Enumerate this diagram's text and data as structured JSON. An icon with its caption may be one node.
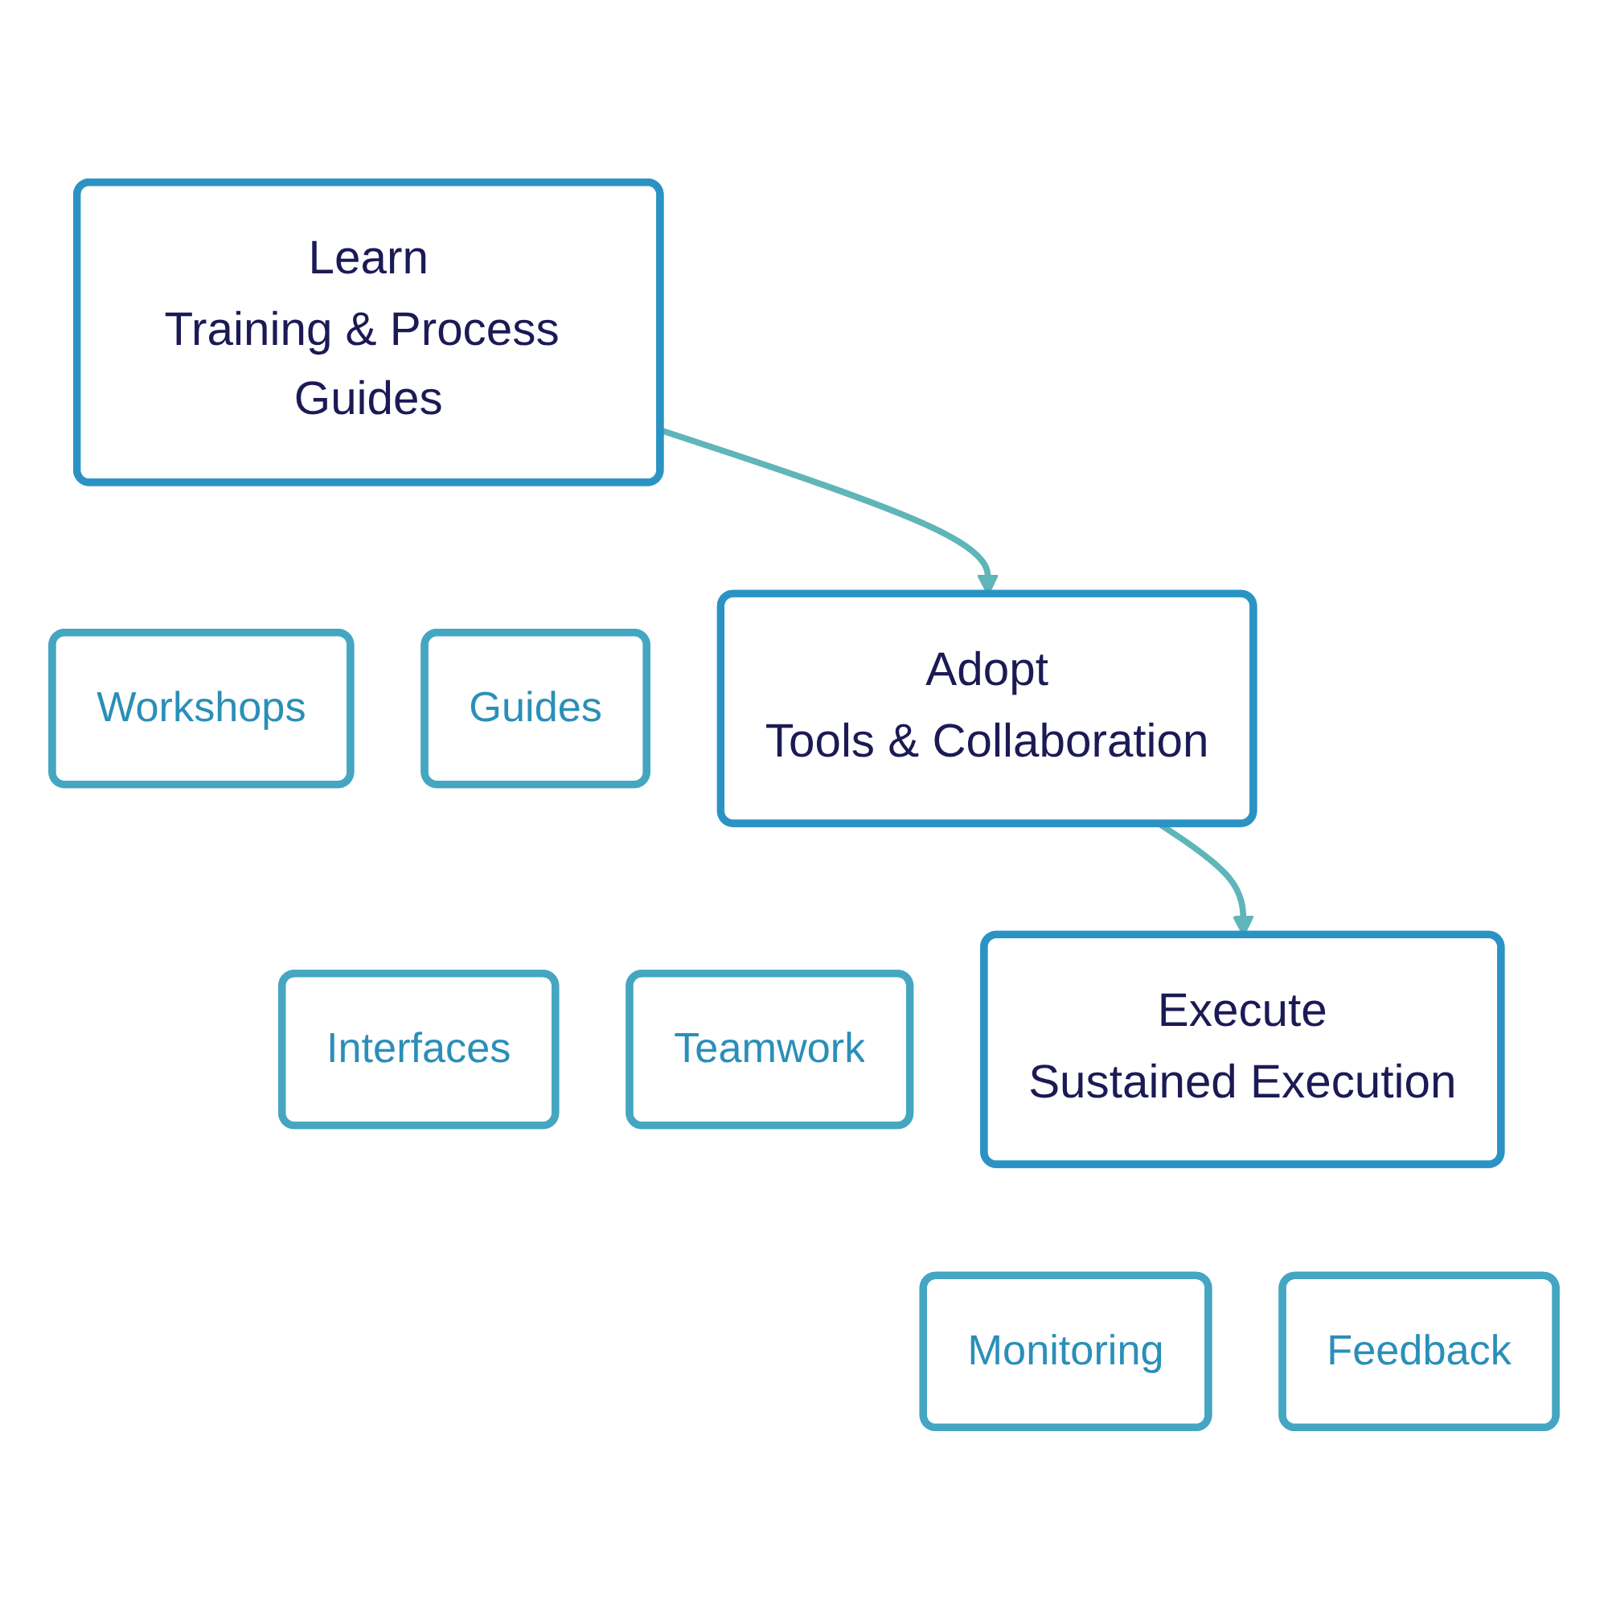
{
  "diagram": {
    "nodes": [
      {
        "text": [
          "Learn",
          "Training & Process Guides"
        ]
      },
      {
        "text": [
          "Workshops"
        ]
      },
      {
        "text": [
          "Guides"
        ]
      },
      {
        "text": [
          "Adopt",
          "Tools & Collaboration"
        ]
      },
      {
        "text": [
          "Interfaces"
        ]
      },
      {
        "text": [
          "Teamwork"
        ]
      },
      {
        "text": [
          "Execute",
          "Sustained Execution"
        ]
      },
      {
        "text": [
          "Monitoring"
        ]
      },
      {
        "text": [
          "Feedback"
        ]
      }
    ],
    "edges": [
      {
        "from": 0,
        "to": 3,
        "arrow": "to"
      },
      {
        "from": 3,
        "to": 6,
        "arrow": "to"
      }
    ]
  }
}
